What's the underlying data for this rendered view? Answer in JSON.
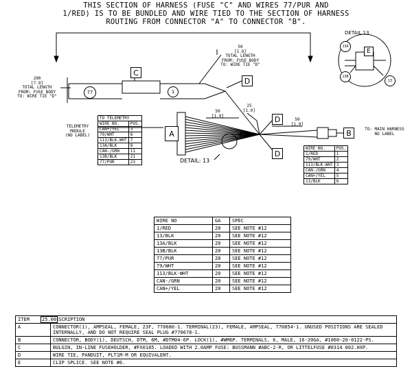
{
  "top_note": [
    "THIS SECTION OF HARNESS (FUSE \"C\" AND WIRES 77/PUR AND",
    "1/RED) IS TO BE BUNDLED AND WIRE TIED TO THE SECTION OF HARNESS",
    "ROUTING FROM CONNECTOR \"A\" TO CONNECTOR \"B\"."
  ],
  "callouts": {
    "C": "C",
    "D": "D",
    "A": "A",
    "B": "B",
    "E": "E",
    "w77": "77",
    "w1": "1",
    "d13": "13",
    "d13A": "13A",
    "d13B": "13B",
    "d13c": "13"
  },
  "dims": {
    "left": [
      "200",
      "[7.9]",
      "TOTAL LENGTH",
      "FROM: FUSE BODY",
      "TO: WIRE TIE \"D\""
    ],
    "upper": [
      "50",
      "[1.9]",
      "TOTAL LENGTH",
      "FROM: FUSE BODY",
      "TO: WIRE TIE \"D\""
    ],
    "mid_25": [
      "25",
      "[1.0]"
    ],
    "mid_50a": [
      "50",
      "[1.9]"
    ],
    "mid_50b": [
      "50",
      "[1.9]"
    ]
  },
  "detail_title": "DETAIL 13",
  "detail_label": "DETAIL: 13",
  "telemetry_label": [
    "TELEMETRY",
    "MODULE",
    "(NO LABEL)"
  ],
  "main_harness_label": [
    "TO: MAIN HARNESS",
    "NO LABEL"
  ],
  "telemetry_table": {
    "caption": "TO TELEMETRY",
    "headers": [
      "WIRE NO.",
      "POS."
    ],
    "rows": [
      [
        "CAN+/YEL",
        "3"
      ],
      [
        "79/WHT",
        "6"
      ],
      [
        "113/BLK-WHT",
        "7"
      ],
      [
        "13A/BLK",
        "8"
      ],
      [
        "CAN-/GRN",
        "11"
      ],
      [
        "13B/BLK",
        "21"
      ],
      [
        "77/PUR",
        "23"
      ]
    ]
  },
  "b_table": {
    "headers": [
      "WIRE NO.",
      "POS."
    ],
    "rows": [
      [
        "1/RED",
        "1"
      ],
      [
        "79/WHT",
        "2"
      ],
      [
        "113/BLK-WHT",
        "3"
      ],
      [
        "CAN-/GRN",
        "4"
      ],
      [
        "CAN+/YEL",
        "5"
      ],
      [
        "13/BLK",
        "6"
      ]
    ]
  },
  "wire_table": {
    "headers": [
      "WIRE NO",
      "GA",
      "SPEC"
    ],
    "rows": [
      [
        "1/RED",
        "20",
        "SEE NOTE #12"
      ],
      [
        "13/BLK",
        "20",
        "SEE NOTE #12"
      ],
      [
        "13A/BLK",
        "20",
        "SEE NOTE #12"
      ],
      [
        "13B/BLK",
        "20",
        "SEE NOTE #12"
      ],
      [
        "77/PUR",
        "20",
        "SEE NOTE #12"
      ],
      [
        "79/WHT",
        "20",
        "SEE NOTE #12"
      ],
      [
        "113/BLK-WHT",
        "20",
        "SEE NOTE #12"
      ],
      [
        "CAN-/GRN",
        "20",
        "SEE NOTE #12"
      ],
      [
        "CAN+/YEL",
        "20",
        "SEE NOTE #12"
      ]
    ]
  },
  "components": {
    "headers": [
      "ITEM",
      "DESCRIPTION"
    ],
    "overlay": "25.00",
    "rows": [
      [
        "A",
        "CONNECTOR(1), AMPSEAL, FEMALE, 23F, 770680-1. TERMINAL(23), FEMALE, AMPSEAL, 770854-1. UNUSED POSITIONS ARE SEALED INTERNALLY, AND DO NOT REQUIRE SEAL PLUG #770678-1."
      ],
      [
        "B",
        "CONNECTOR, BODY(1), DEUTSCH, DTM, 6M, #DTM04-6P. LOCK(1), #WM6P. TERMINALS, 6, MALE, 16-20GA, #1060-20-0122-PS."
      ],
      [
        "C",
        "BULGIN, IN-LINE FUSEHOLDER, #FX0185. LOADED WITH 2.0AMP FUSE: BUSSMANN #ABC-2-R, OR LITTELFUSE #0314 002.HXP."
      ],
      [
        "D",
        "WIRE TIE, PANDUIT, PLT1M-M OR EQUIVALENT."
      ],
      [
        "E",
        "CLIP SPLICE. SEE NOTE #6."
      ]
    ]
  }
}
